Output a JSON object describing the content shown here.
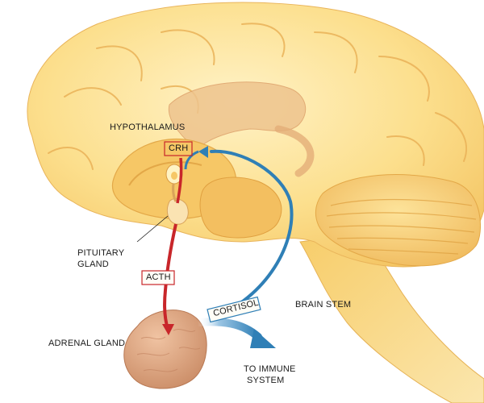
{
  "labels": {
    "hypothalamus": "HYPOTHALAMUS",
    "crh": "CRH",
    "pituitary_line1": "PITUITARY",
    "pituitary_line2": "GLAND",
    "acth": "ACTH",
    "cortisol": "CORTISOL",
    "brain_stem": "BRAIN STEM",
    "adrenal_gland": "ADRENAL GLAND",
    "immune_line1": "TO IMMUNE",
    "immune_line2": "SYSTEM"
  },
  "colors": {
    "brain": "#f9d26e",
    "brain_dark": "#e9a846",
    "limbic": "#e8b27c",
    "red_arrow": "#c8262a",
    "blue_arrow": "#2f7fb6",
    "adrenal": "#d9a07c",
    "crh_box": "#c8262a",
    "acth_box": "#c8262a",
    "cortisol_box": "#2f7fb6"
  }
}
